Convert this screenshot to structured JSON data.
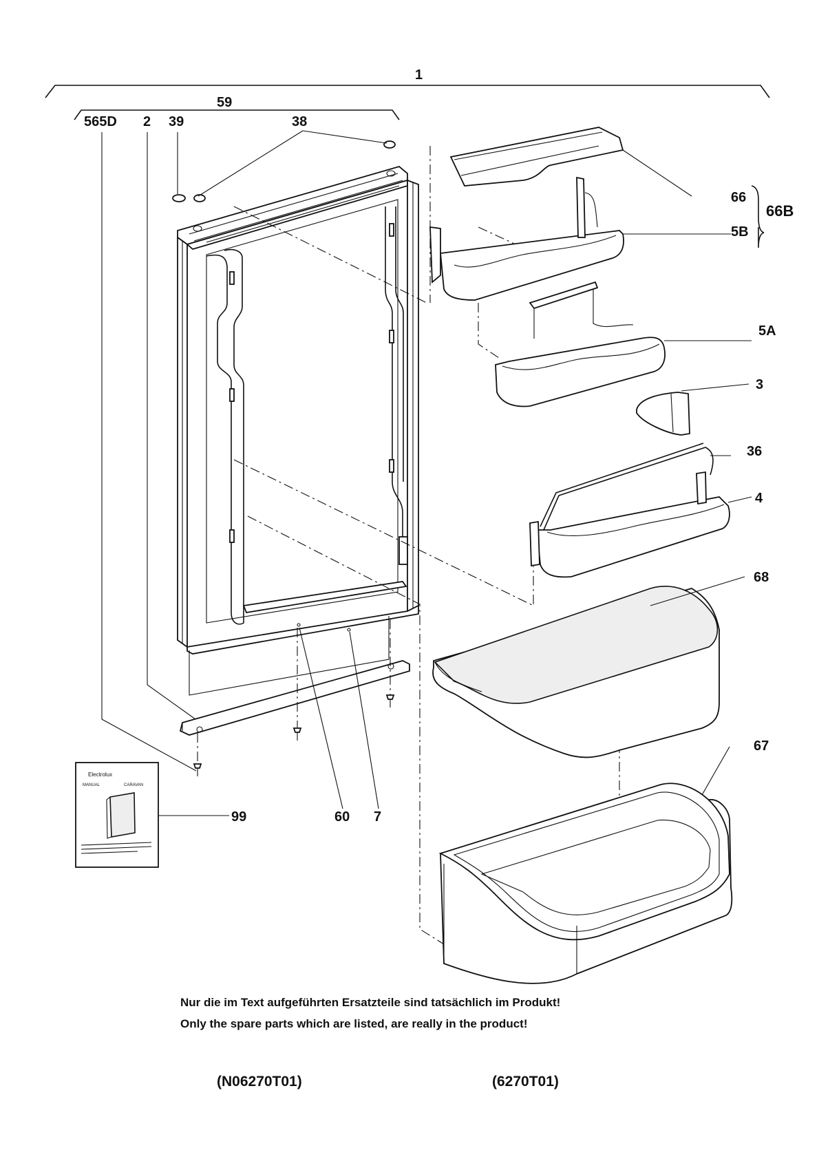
{
  "labels": {
    "assembly": "1",
    "door_group": "59",
    "screw_left": "565D",
    "hinge": "2",
    "cap_left": "39",
    "caps_top": "38",
    "rail_lid": "66",
    "lid_group": "66B",
    "bottle_shelf_top": "5B",
    "bottle_shelf_mid": "5A",
    "separator": "3",
    "wire_bar": "36",
    "bottle_shelf_low": "4",
    "dairy_lid": "68",
    "dairy_box": "67",
    "manual": "99",
    "screw_a": "60",
    "screw_b": "7"
  },
  "manual_booklet": {
    "brand": "Electrolux",
    "line1": "MANUAL",
    "line2": "CARAVAN"
  },
  "notes": {
    "german": "Nur die im Text aufgeführten Ersatzteile sind tatsächlich im Produkt!",
    "english": "Only the spare parts which are listed, are really in the product!"
  },
  "codes": {
    "left": "(N06270T01)",
    "right": "(6270T01)"
  }
}
